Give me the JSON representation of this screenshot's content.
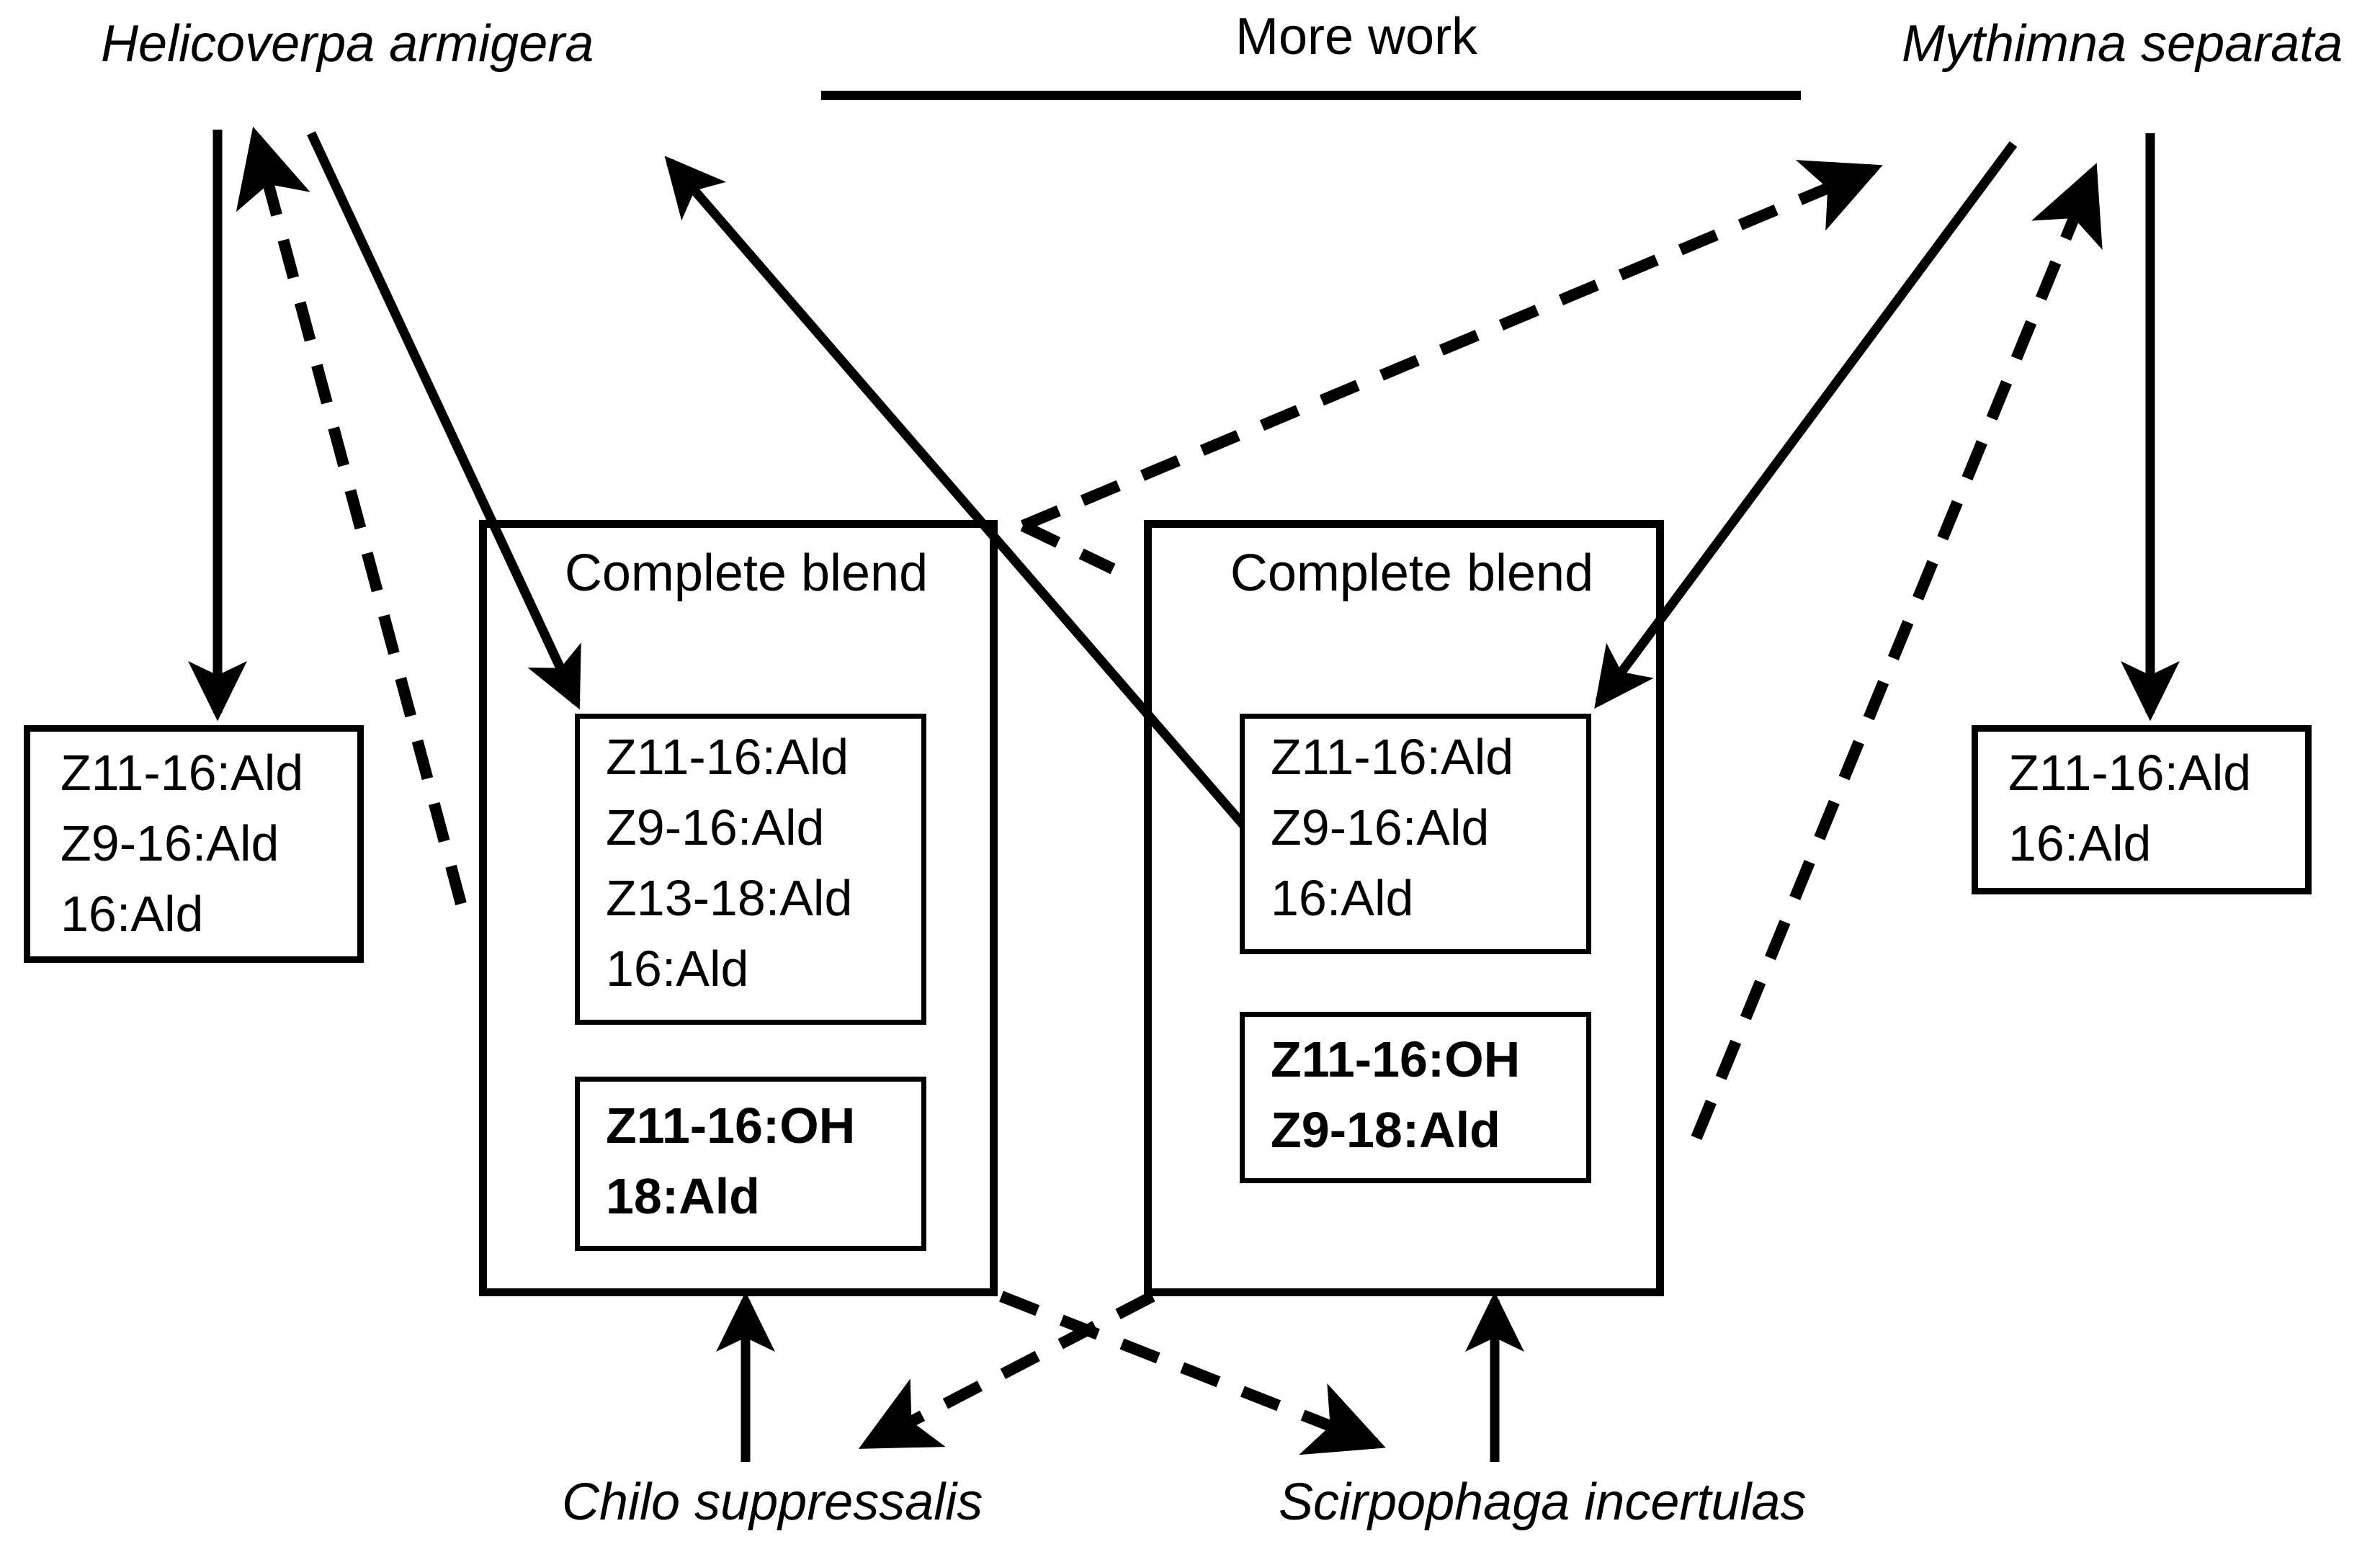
{
  "diagram": {
    "title_label": "More work",
    "species": {
      "top_left": "Helicoverpa armigera",
      "top_right": "Mythimna separata",
      "bottom_left": "Chilo suppressalis",
      "bottom_right": "Scirpophaga incertulas"
    },
    "blend_title_left": "Complete blend",
    "blend_title_right": "Complete blend",
    "boxes": {
      "left_outer_components": [
        "Z11-16:Ald",
        "Z9-16:Ald",
        "16:Ald"
      ],
      "left_blend_main": [
        "Z11-16:Ald",
        "Z9-16:Ald",
        "Z13-18:Ald",
        "16:Ald"
      ],
      "left_blend_extra": [
        "Z11-16:OH",
        "18:Ald"
      ],
      "right_blend_main": [
        "Z11-16:Ald",
        "Z9-16:Ald",
        "16:Ald"
      ],
      "right_blend_extra": [
        "Z11-16:OH",
        "Z9-18:Ald"
      ],
      "right_outer_components": [
        "Z11-16:Ald",
        "16:Ald"
      ]
    },
    "colors": {
      "stroke": "#000000",
      "background": "#ffffff"
    },
    "line_styles": {
      "solid": "solid",
      "dashed": "dashed"
    }
  }
}
